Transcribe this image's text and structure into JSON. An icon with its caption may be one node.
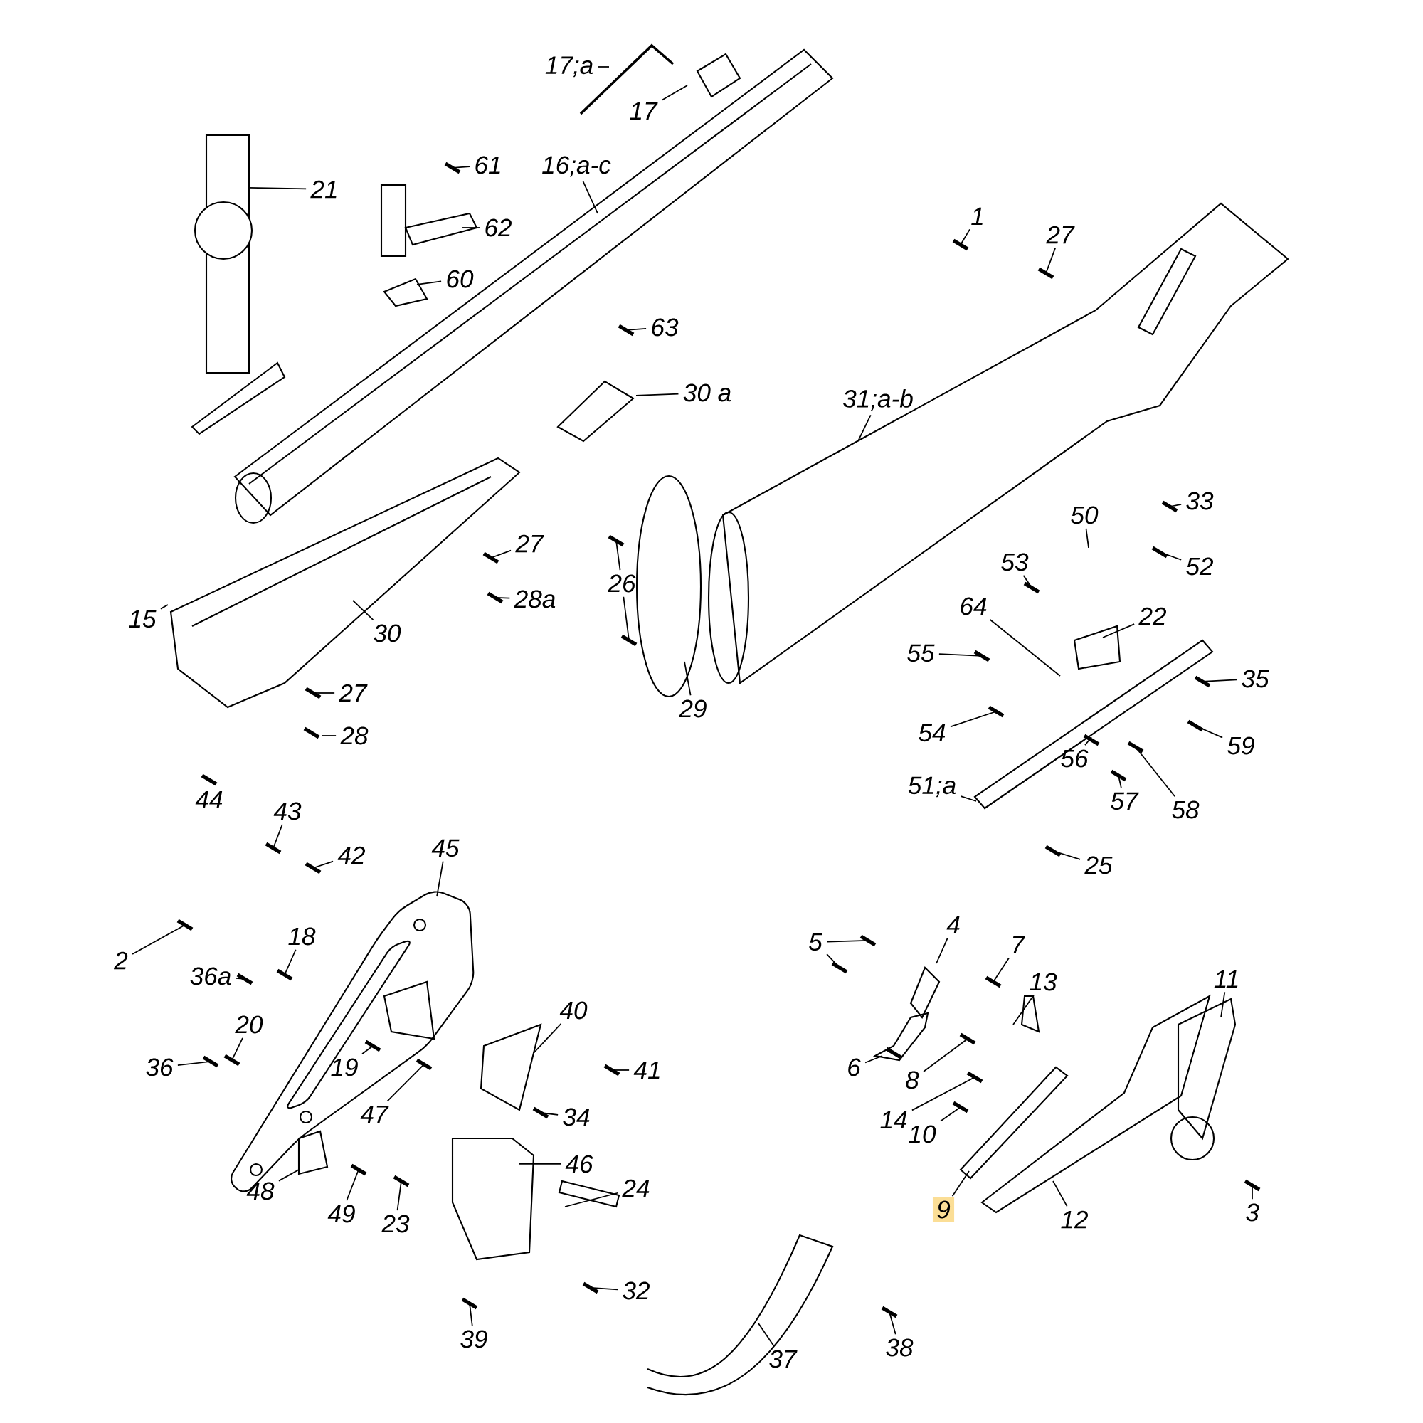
{
  "diagram": {
    "nodes": [
      {
        "text": [
          "17;a"
        ]
      },
      {
        "text": [
          "17"
        ]
      },
      {
        "text": [
          "21"
        ]
      },
      {
        "text": [
          "61"
        ]
      },
      {
        "text": [
          "16;a-c"
        ]
      },
      {
        "text": [
          "62"
        ]
      },
      {
        "text": [
          "60"
        ]
      },
      {
        "text": [
          "63"
        ]
      },
      {
        "text": [
          "30 a"
        ]
      },
      {
        "text": [
          "1"
        ]
      },
      {
        "text": [
          "27"
        ]
      },
      {
        "text": [
          "31;a-b"
        ]
      },
      {
        "text": [
          "15"
        ]
      },
      {
        "text": [
          "30"
        ]
      },
      {
        "text": [
          "27"
        ]
      },
      {
        "text": [
          "28a"
        ]
      },
      {
        "text": [
          "26"
        ]
      },
      {
        "text": [
          "29"
        ]
      },
      {
        "text": [
          "27"
        ]
      },
      {
        "text": [
          "28"
        ]
      },
      {
        "text": [
          "33"
        ]
      },
      {
        "text": [
          "50"
        ]
      },
      {
        "text": [
          "52"
        ]
      },
      {
        "text": [
          "53"
        ]
      },
      {
        "text": [
          "64"
        ]
      },
      {
        "text": [
          "22"
        ]
      },
      {
        "text": [
          "55"
        ]
      },
      {
        "text": [
          "35"
        ]
      },
      {
        "text": [
          "54"
        ]
      },
      {
        "text": [
          "59"
        ]
      },
      {
        "text": [
          "56"
        ]
      },
      {
        "text": [
          "51;a"
        ]
      },
      {
        "text": [
          "57"
        ]
      },
      {
        "text": [
          "58"
        ]
      },
      {
        "text": [
          "25"
        ]
      },
      {
        "text": [
          "43"
        ]
      },
      {
        "text": [
          "42"
        ]
      },
      {
        "text": [
          "45"
        ]
      },
      {
        "text": [
          "2"
        ]
      },
      {
        "text": [
          "18"
        ]
      },
      {
        "text": [
          "36a"
        ]
      },
      {
        "text": [
          "20"
        ]
      },
      {
        "text": [
          "36"
        ]
      },
      {
        "text": [
          "19"
        ]
      },
      {
        "text": [
          "47"
        ]
      },
      {
        "text": [
          "40"
        ]
      },
      {
        "text": [
          "41"
        ]
      },
      {
        "text": [
          "34"
        ]
      },
      {
        "text": [
          "46"
        ]
      },
      {
        "text": [
          "48"
        ]
      },
      {
        "text": [
          "49"
        ]
      },
      {
        "text": [
          "23"
        ]
      },
      {
        "text": [
          "24"
        ]
      },
      {
        "text": [
          "32"
        ]
      },
      {
        "text": [
          "39"
        ]
      },
      {
        "text": [
          "37"
        ]
      },
      {
        "text": [
          "38"
        ]
      },
      {
        "text": [
          "5"
        ]
      },
      {
        "text": [
          "4"
        ]
      },
      {
        "text": [
          "7"
        ]
      },
      {
        "text": [
          "13"
        ]
      },
      {
        "text": [
          "6"
        ]
      },
      {
        "text": [
          "8"
        ]
      },
      {
        "text": [
          "14"
        ]
      },
      {
        "text": [
          "10"
        ]
      },
      {
        "text": [
          "11"
        ]
      },
      {
        "text": [
          "9"
        ]
      },
      {
        "text": [
          "12"
        ]
      },
      {
        "text": [
          "3"
        ]
      }
    ],
    "edges": [
      {
        "from": 0,
        "to": null,
        "arrow": "none"
      },
      {
        "from": 1,
        "to": null,
        "arrow": "none"
      },
      {
        "from": 2,
        "to": null,
        "arrow": "none"
      },
      {
        "from": 3,
        "to": null,
        "arrow": "none"
      },
      {
        "from": 4,
        "to": null,
        "arrow": "none"
      },
      {
        "from": 5,
        "to": null,
        "arrow": "none"
      },
      {
        "from": 6,
        "to": null,
        "arrow": "none"
      },
      {
        "from": 7,
        "to": null,
        "arrow": "none"
      },
      {
        "from": 8,
        "to": null,
        "arrow": "none"
      },
      {
        "from": 9,
        "to": null,
        "arrow": "none"
      },
      {
        "from": 10,
        "to": null,
        "arrow": "none"
      },
      {
        "from": 11,
        "to": null,
        "arrow": "none"
      },
      {
        "from": 12,
        "to": null,
        "arrow": "none"
      },
      {
        "from": 13,
        "to": null,
        "arrow": "none"
      },
      {
        "from": 14,
        "to": null,
        "arrow": "none"
      },
      {
        "from": 15,
        "to": null,
        "arrow": "none"
      },
      {
        "from": 16,
        "to": null,
        "arrow": "none"
      },
      {
        "from": 16,
        "to": null,
        "arrow": "none"
      },
      {
        "from": 17,
        "to": null,
        "arrow": "none"
      },
      {
        "from": 18,
        "to": null,
        "arrow": "none"
      },
      {
        "from": 19,
        "to": null,
        "arrow": "none"
      },
      {
        "from": 20,
        "to": null,
        "arrow": "none"
      },
      {
        "from": 21,
        "to": null,
        "arrow": "none"
      },
      {
        "from": 22,
        "to": null,
        "arrow": "none"
      },
      {
        "from": 23,
        "to": null,
        "arrow": "none"
      },
      {
        "from": 24,
        "to": null,
        "arrow": "none"
      },
      {
        "from": 25,
        "to": null,
        "arrow": "none"
      },
      {
        "from": 26,
        "to": null,
        "arrow": "none"
      },
      {
        "from": 27,
        "to": null,
        "arrow": "none"
      },
      {
        "from": 28,
        "to": null,
        "arrow": "none"
      },
      {
        "from": 29,
        "to": null,
        "arrow": "none"
      },
      {
        "from": 30,
        "to": null,
        "arrow": "none"
      },
      {
        "from": 31,
        "to": null,
        "arrow": "none"
      },
      {
        "from": 32,
        "to": null,
        "arrow": "none"
      },
      {
        "from": 33,
        "to": null,
        "arrow": "none"
      },
      {
        "from": 34,
        "to": null,
        "arrow": "none"
      },
      {
        "from": 35,
        "to": null,
        "arrow": "none"
      },
      {
        "from": 36,
        "to": null,
        "arrow": "none"
      },
      {
        "from": 37,
        "to": null,
        "arrow": "none"
      },
      {
        "from": 38,
        "to": null,
        "arrow": "none"
      },
      {
        "from": 39,
        "to": null,
        "arrow": "none"
      },
      {
        "from": 40,
        "to": null,
        "arrow": "none"
      },
      {
        "from": 41,
        "to": null,
        "arrow": "none"
      },
      {
        "from": 42,
        "to": null,
        "arrow": "none"
      },
      {
        "from": 43,
        "to": null,
        "arrow": "none"
      },
      {
        "from": 44,
        "to": null,
        "arrow": "none"
      },
      {
        "from": 45,
        "to": null,
        "arrow": "none"
      },
      {
        "from": 46,
        "to": null,
        "arrow": "none"
      },
      {
        "from": 47,
        "to": null,
        "arrow": "none"
      },
      {
        "from": 48,
        "to": null,
        "arrow": "none"
      },
      {
        "from": 49,
        "to": null,
        "arrow": "none"
      },
      {
        "from": 50,
        "to": null,
        "arrow": "none"
      },
      {
        "from": 51,
        "to": null,
        "arrow": "none"
      },
      {
        "from": 52,
        "to": null,
        "arrow": "none"
      },
      {
        "from": 53,
        "to": null,
        "arrow": "none"
      },
      {
        "from": 54,
        "to": null,
        "arrow": "none"
      },
      {
        "from": 55,
        "to": null,
        "arrow": "none"
      },
      {
        "from": 56,
        "to": null,
        "arrow": "none"
      },
      {
        "from": 57,
        "to": null,
        "arrow": "none"
      },
      {
        "from": 57,
        "to": null,
        "arrow": "none"
      },
      {
        "from": 58,
        "to": null,
        "arrow": "none"
      },
      {
        "from": 59,
        "to": null,
        "arrow": "none"
      },
      {
        "from": 60,
        "to": null,
        "arrow": "none"
      },
      {
        "from": 61,
        "to": null,
        "arrow": "none"
      },
      {
        "from": 62,
        "to": null,
        "arrow": "none"
      },
      {
        "from": 63,
        "to": null,
        "arrow": "none"
      },
      {
        "from": 64,
        "to": null,
        "arrow": "none"
      },
      {
        "from": 65,
        "to": null,
        "arrow": "none"
      },
      {
        "from": 66,
        "to": null,
        "arrow": "none"
      },
      {
        "from": 67,
        "to": null,
        "arrow": "none"
      },
      {
        "from": 68,
        "to": null,
        "arrow": "none"
      }
    ],
    "labels": [
      "44"
    ]
  }
}
